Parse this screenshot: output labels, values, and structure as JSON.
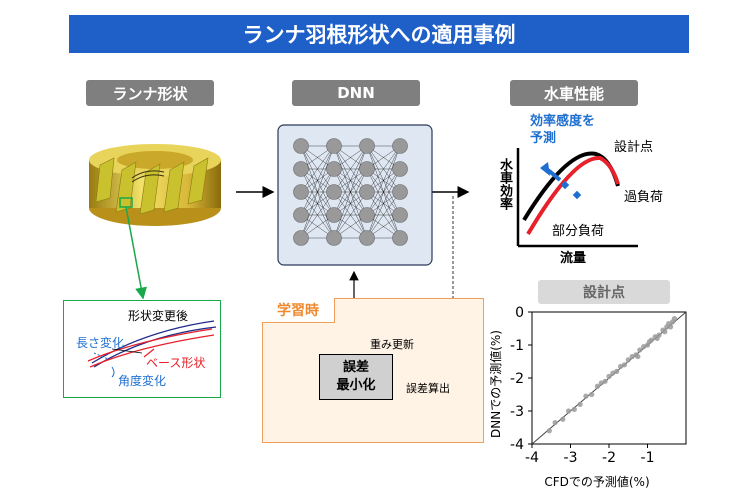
{
  "title": "ランナ羽根形状への適用事例",
  "sections": {
    "runner": "ランナ形状",
    "dnn": "DNN",
    "performance": "水車性能"
  },
  "detail": {
    "after": "形状変更後",
    "length": "長さ変化",
    "base": "ベース形状",
    "angle": "角度変化"
  },
  "learning": {
    "label": "学習時",
    "weight_update": "重み更新",
    "error_box": [
      "誤差",
      "最小化"
    ],
    "error_calc": "誤差算出"
  },
  "performance": {
    "predict_line1": "効率感度を",
    "predict_line2": "予測",
    "design_point": "設計点",
    "overload": "過負荷",
    "partial": "部分負荷",
    "y_axis": "水車効率",
    "x_axis": "流量"
  },
  "scatter_header": "設計点",
  "colors": {
    "banner": "#1f5fc8",
    "red": "#e8202a",
    "blue": "#1f6fd0",
    "green": "#19a84a",
    "orange": "#f0a05a"
  },
  "chart_data": {
    "type": "scatter",
    "xlabel": "CFDでの予測値(%)",
    "ylabel": "DNNでの予測値(%)",
    "xlim": [
      -4,
      0
    ],
    "ylim": [
      -4,
      0
    ],
    "xticks": [
      "-4",
      "-3",
      "-2",
      "-1"
    ],
    "yticks": [
      "0",
      "-1",
      "-2",
      "-3",
      "-4"
    ],
    "points": [
      [
        -3.55,
        -3.6
      ],
      [
        -3.4,
        -3.35
      ],
      [
        -3.2,
        -3.25
      ],
      [
        -3.05,
        -3.0
      ],
      [
        -2.9,
        -2.95
      ],
      [
        -2.75,
        -2.8
      ],
      [
        -2.6,
        -2.55
      ],
      [
        -2.45,
        -2.5
      ],
      [
        -2.3,
        -2.25
      ],
      [
        -2.2,
        -2.15
      ],
      [
        -2.1,
        -2.1
      ],
      [
        -2.0,
        -1.95
      ],
      [
        -1.9,
        -1.85
      ],
      [
        -1.8,
        -1.8
      ],
      [
        -1.7,
        -1.65
      ],
      [
        -1.6,
        -1.6
      ],
      [
        -1.5,
        -1.45
      ],
      [
        -1.4,
        -1.35
      ],
      [
        -1.3,
        -1.3
      ],
      [
        -1.2,
        -1.15
      ],
      [
        -1.1,
        -1.05
      ],
      [
        -1.0,
        -1.0
      ],
      [
        -0.9,
        -0.85
      ],
      [
        -0.8,
        -0.75
      ],
      [
        -0.7,
        -0.7
      ],
      [
        -0.6,
        -0.55
      ],
      [
        -0.5,
        -0.45
      ],
      [
        -0.45,
        -0.35
      ],
      [
        -0.35,
        -0.3
      ],
      [
        -0.3,
        -0.2
      ],
      [
        -1.25,
        -1.35
      ],
      [
        -0.95,
        -0.9
      ],
      [
        -0.75,
        -0.8
      ],
      [
        -0.55,
        -0.6
      ],
      [
        -0.4,
        -0.45
      ]
    ]
  }
}
